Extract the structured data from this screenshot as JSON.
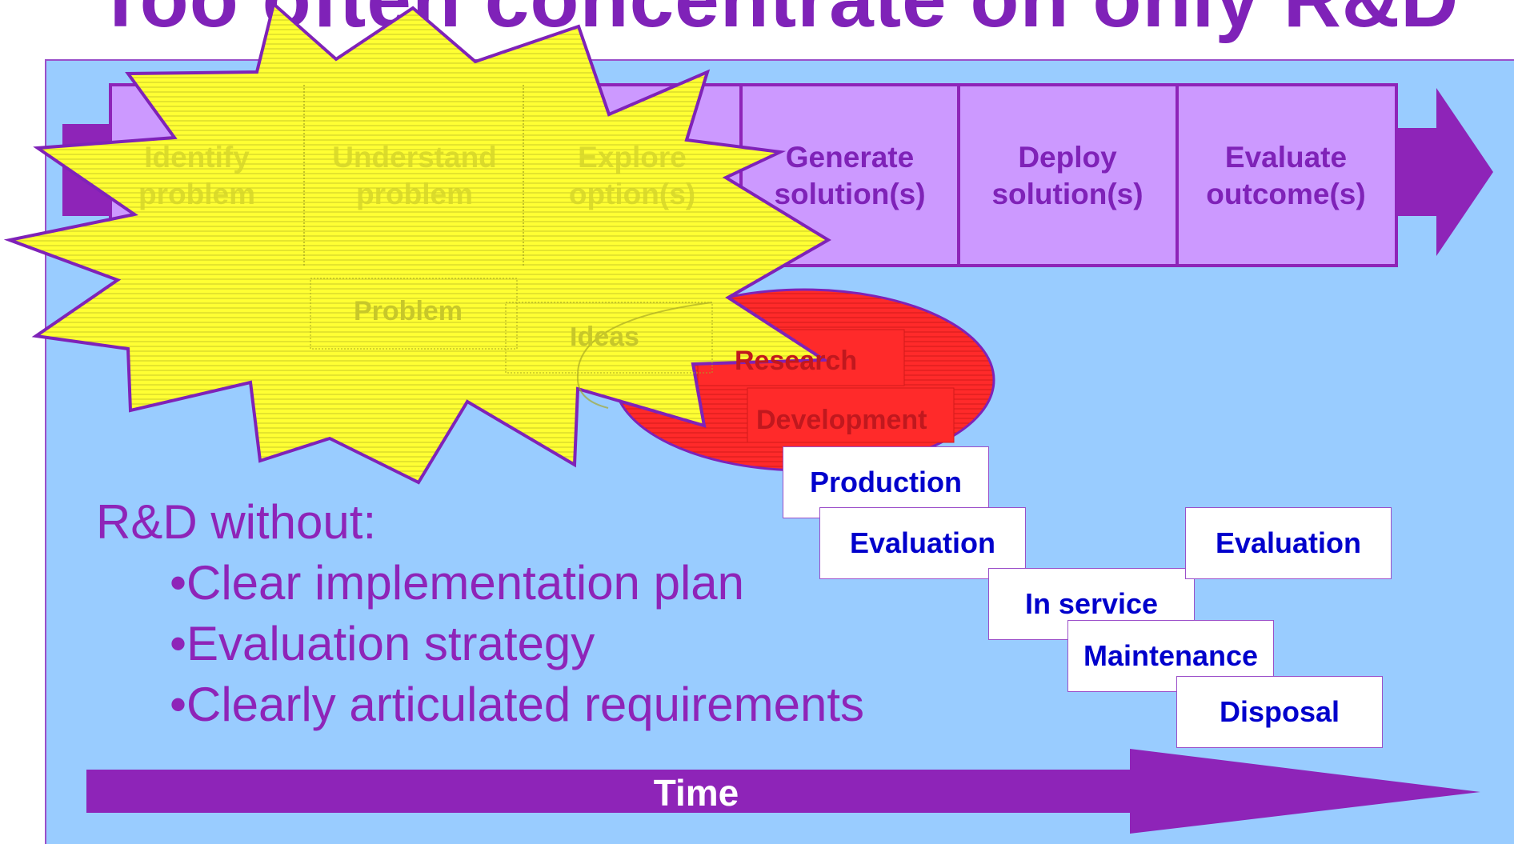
{
  "title": "Too often concentrate on only R&D",
  "stages": [
    {
      "line1": "Identify",
      "line2": "problem"
    },
    {
      "line1": "Understand",
      "line2": "problem"
    },
    {
      "line1": "Explore",
      "line2": "option(s)"
    },
    {
      "line1": "Generate",
      "line2": "solution(s)"
    },
    {
      "line1": "Deploy",
      "line2": "solution(s)"
    },
    {
      "line1": "Evaluate",
      "line2": "outcome(s)"
    }
  ],
  "inner_labels": {
    "problem": "Problem",
    "ideas": "Ideas",
    "research": "Research",
    "development": "Development"
  },
  "phases": {
    "production": "Production",
    "evaluation_1": "Evaluation",
    "in_service": "In service",
    "maintenance": "Maintenance",
    "disposal": "Disposal",
    "evaluation_2": "Evaluation"
  },
  "body": {
    "intro": "R&D without:",
    "bullets": [
      "•Clear implementation plan",
      "•Evaluation strategy",
      "•Clearly articulated requirements"
    ]
  },
  "time_label": "Time",
  "colors": {
    "purple": "#8e24b8",
    "stage_fill": "#cc99ff",
    "panel": "#99ccff",
    "star_yellow": "#ffff33",
    "ellipse_red": "#ff2a2a",
    "phase_text": "#0000cc"
  }
}
